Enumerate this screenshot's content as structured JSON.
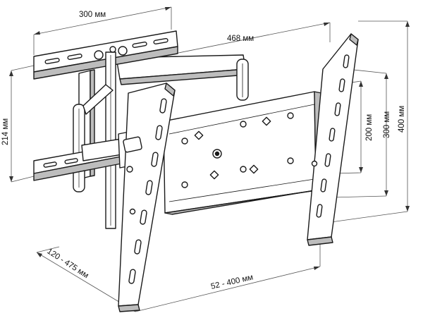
{
  "colors": {
    "line": "#1a1a1a",
    "metal": "#ffffff",
    "shade": "#9a9a9a",
    "background": "#ffffff"
  },
  "dimensions": {
    "wall_plate_width": "300 мм",
    "max_vesa_width": "468 мм",
    "wall_plate_height": "214 мм",
    "vesa_200": "200 мм",
    "vesa_300": "300 мм",
    "vesa_400": "400 мм",
    "wall_distance": "120 - 475 мм",
    "vertical_arm_spacing": "52 - 400 мм"
  }
}
